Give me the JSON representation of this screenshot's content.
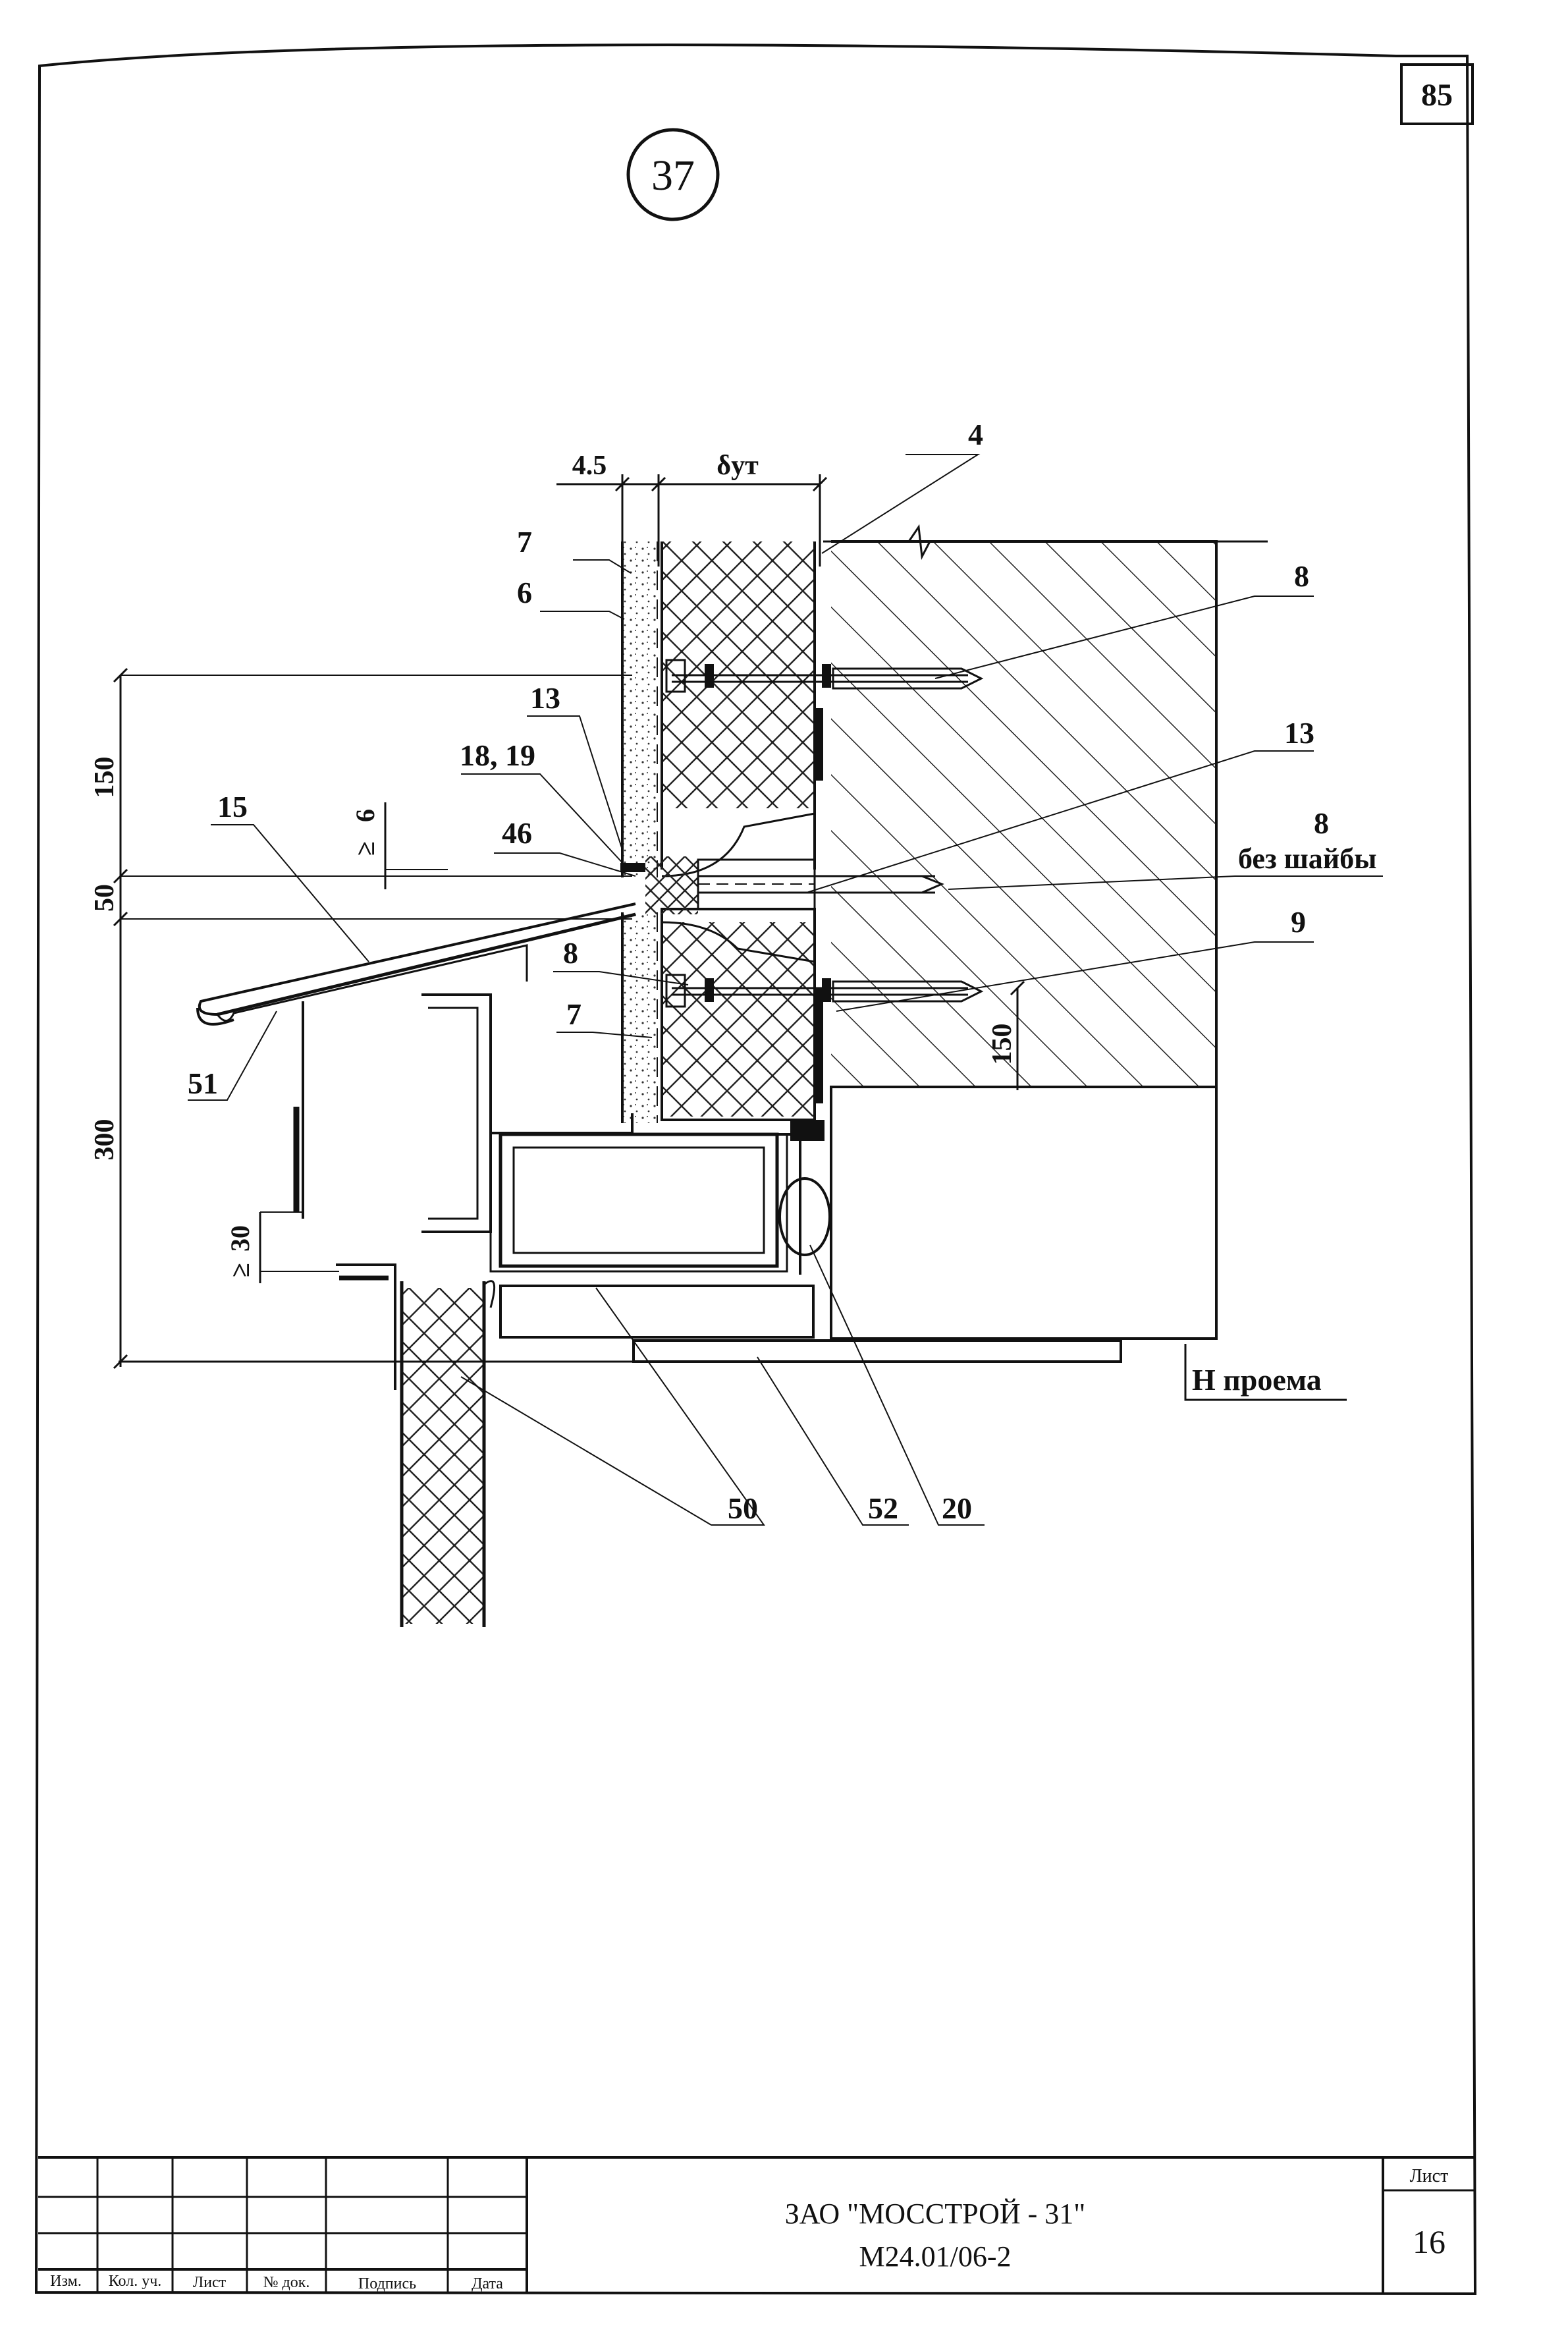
{
  "sheet": {
    "page_number": "85",
    "detail_number": "37",
    "opening_label": "Н проема"
  },
  "dimensions": {
    "thickness_top": "4.5",
    "insulation_thickness": "δут",
    "dim_150": "150",
    "dim_50": "50",
    "dim_300": "300",
    "dim_30": "30",
    "dim_6": "6",
    "dim_150_right": "150",
    "ge_symbol": "≥"
  },
  "callouts": {
    "c4": "4",
    "c7_top": "7",
    "c6": "6",
    "c8_top": "8",
    "c13_left": "13",
    "c18_19": "18, 19",
    "c13_right": "13",
    "c15": "15",
    "c46": "46",
    "c8_no_washer": "8",
    "c8_no_washer_note": "без шайбы",
    "c8_mid": "8",
    "c9": "9",
    "c7_mid": "7",
    "c51": "51",
    "c50": "50",
    "c52": "52",
    "c20": "20"
  },
  "title_block": {
    "company": "ЗАО \"МОССТРОЙ - 31\"",
    "code": "М24.01/06-2",
    "sheet_label": "Лист",
    "sheet_number": "16",
    "col_izm": "Изм.",
    "col_kol": "Кол. уч.",
    "col_list": "Лист",
    "col_doc": "№ док.",
    "col_sign": "Подпись",
    "col_date": "Дата"
  }
}
